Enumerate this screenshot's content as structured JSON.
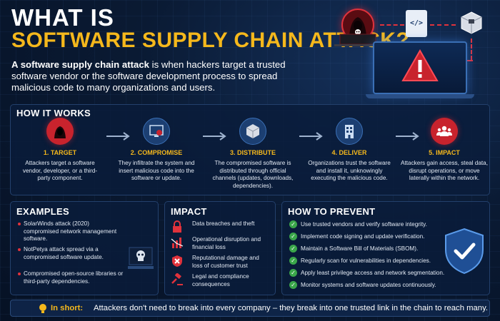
{
  "header": {
    "title_line1": "WHAT IS",
    "title_line2": "SOFTWARE SUPPLY CHAIN ATTACK?",
    "intro_bold": "A software supply chain attack",
    "intro_rest": " is when hackers target a trusted software vendor or the software development process to spread malicious code to many organizations and users.",
    "doc_icon_text": "</>"
  },
  "how_it_works": {
    "title": "HOW IT WORKS",
    "steps": [
      {
        "title": "1. TARGET",
        "desc": "Attackers target a software vendor, developer, or a third-party component.",
        "icon": "hacker-icon"
      },
      {
        "title": "2. COMPROMISE",
        "desc": "They infiltrate the system and insert malicious code into the software or update.",
        "icon": "compromised-screen-icon"
      },
      {
        "title": "3. DISTRIBUTE",
        "desc": "The compromised software is distributed through official channels (updates, downloads, dependencies).",
        "icon": "package-icon"
      },
      {
        "title": "4. DELIVER",
        "desc": "Organizations trust the software and install it, unknowingly executing the malicious code.",
        "icon": "building-icon"
      },
      {
        "title": "5. IMPACT",
        "desc": "Attackers gain access, steal data, disrupt operations, or move laterally within the network.",
        "icon": "users-icon"
      }
    ]
  },
  "examples": {
    "title": "EXAMPLES",
    "items": [
      "SolarWinds attack (2020) compromised network management software.",
      "NotPetya attack spread via a compromised software update.",
      "Compromised open-source libraries or third-party dependencies."
    ]
  },
  "impact": {
    "title": "IMPACT",
    "items": [
      {
        "text": "Data breaches and theft",
        "icon": "lock-icon"
      },
      {
        "text": "Operational disruption and financial loss",
        "icon": "broken-chart-icon"
      },
      {
        "text": "Reputational damage and loss of customer trust",
        "icon": "x-shield-icon"
      },
      {
        "text": "Legal and compliance consequences",
        "icon": "gavel-icon"
      }
    ]
  },
  "prevent": {
    "title": "HOW TO PREVENT",
    "items": [
      "Use trusted vendors and verify software integrity.",
      "Implement code signing and update verification.",
      "Maintain a Software Bill of Materials (SBOM).",
      "Regularly scan for vulnerabilities in dependencies.",
      "Apply least privilege access and network segmentation.",
      "Monitor systems and software updates continuously."
    ]
  },
  "short": {
    "lead": "In short:",
    "text": "Attackers don't need to break into every company – they break into one trusted link in the chain to reach many."
  },
  "colors": {
    "accent": "#f5b81c",
    "danger": "#c8232d",
    "success": "#3aa64a",
    "bg": "#0a1a33"
  }
}
